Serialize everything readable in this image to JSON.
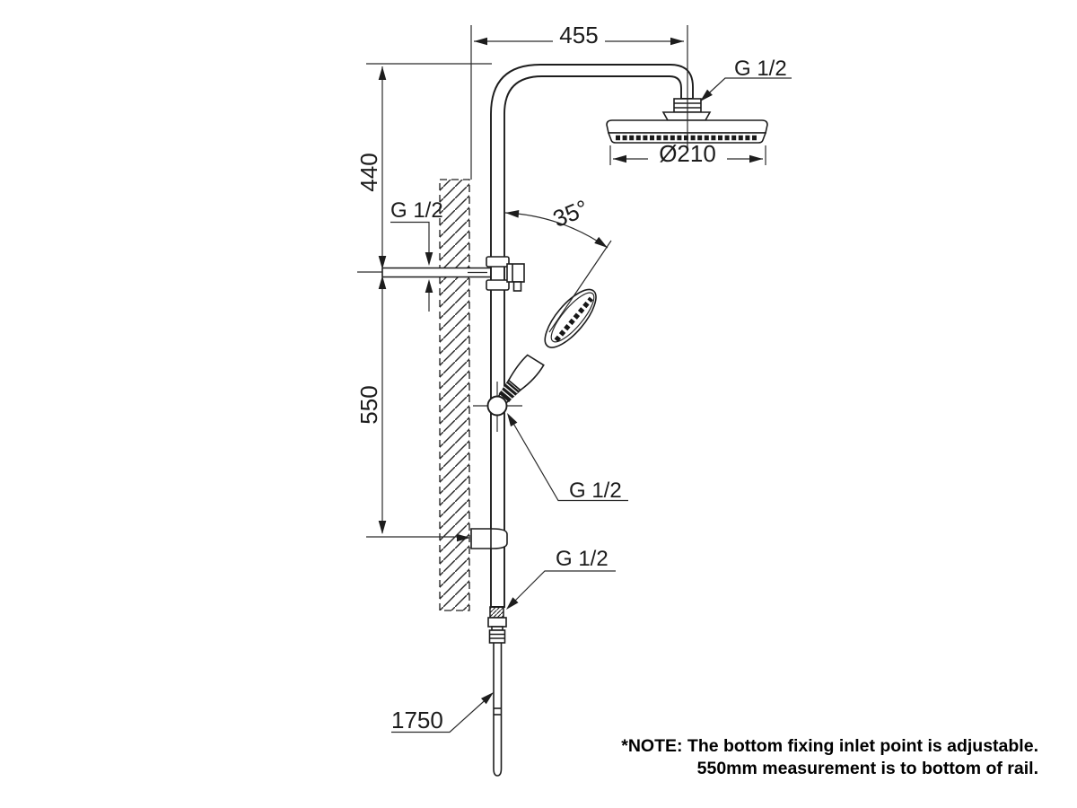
{
  "dimensions": {
    "arm_reach": "455",
    "upper_height": "440",
    "lower_height": "550",
    "head_diameter": "Ø210",
    "hose_length": "1750",
    "handset_angle": "35°"
  },
  "connections": {
    "top_thread": "G 1/2",
    "inlet_thread": "G 1/2",
    "holder_thread": "G 1/2",
    "outlet_thread": "G 1/2"
  },
  "note": {
    "line1": "*NOTE: The bottom fixing inlet point is adjustable.",
    "line2": "550mm measurement is to bottom of rail."
  },
  "colors": {
    "line": "#1d1d1d",
    "background": "#ffffff"
  }
}
